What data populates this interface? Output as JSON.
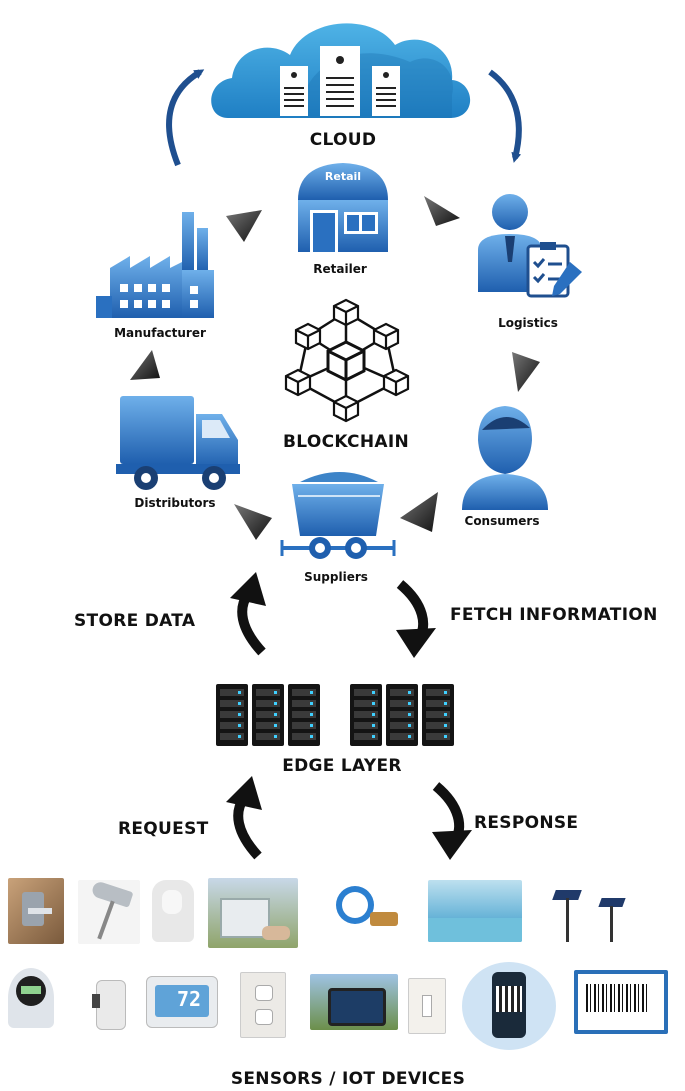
{
  "cloud": {
    "label": "CLOUD"
  },
  "blockchain": {
    "label": "BLOCKCHAIN"
  },
  "nodes": {
    "retailer": {
      "label": "Retailer",
      "sign": "Retail"
    },
    "logistics": {
      "label": "Logistics"
    },
    "consumers": {
      "label": "Consumers"
    },
    "suppliers": {
      "label": "Suppliers"
    },
    "distributors": {
      "label": "Distributors"
    },
    "manufacturer": {
      "label": "Manufacturer"
    }
  },
  "flows": {
    "store_data": "STORE DATA",
    "fetch_information": "FETCH INFORMATION",
    "request": "REQUEST",
    "response": "RESPONSE"
  },
  "edge_layer": {
    "label": "EDGE LAYER"
  },
  "devices": {
    "label": "SENSORS / IOT DEVICES",
    "thermostat_reading": "72",
    "row1": [
      "smart-lock-icon",
      "security-camera-icon",
      "motion-sensor-icon",
      "garage-door-icon",
      "water-meter-icon",
      "smart-factory-icon",
      "solar-streetlight-icon"
    ],
    "row2": [
      "electric-meter-icon",
      "smart-plug-icon",
      "thermostat-icon",
      "power-outlet-icon",
      "smart-home-tablet-icon",
      "light-switch-icon",
      "qr-code-phone-icon",
      "barcode-icon"
    ]
  },
  "colors": {
    "primary_blue": "#2a70c0",
    "dark_blue": "#1f4f8f",
    "cloud_blue": "#2f8fd0",
    "arrow_black": "#111111",
    "arrow_gray": "#444444"
  }
}
